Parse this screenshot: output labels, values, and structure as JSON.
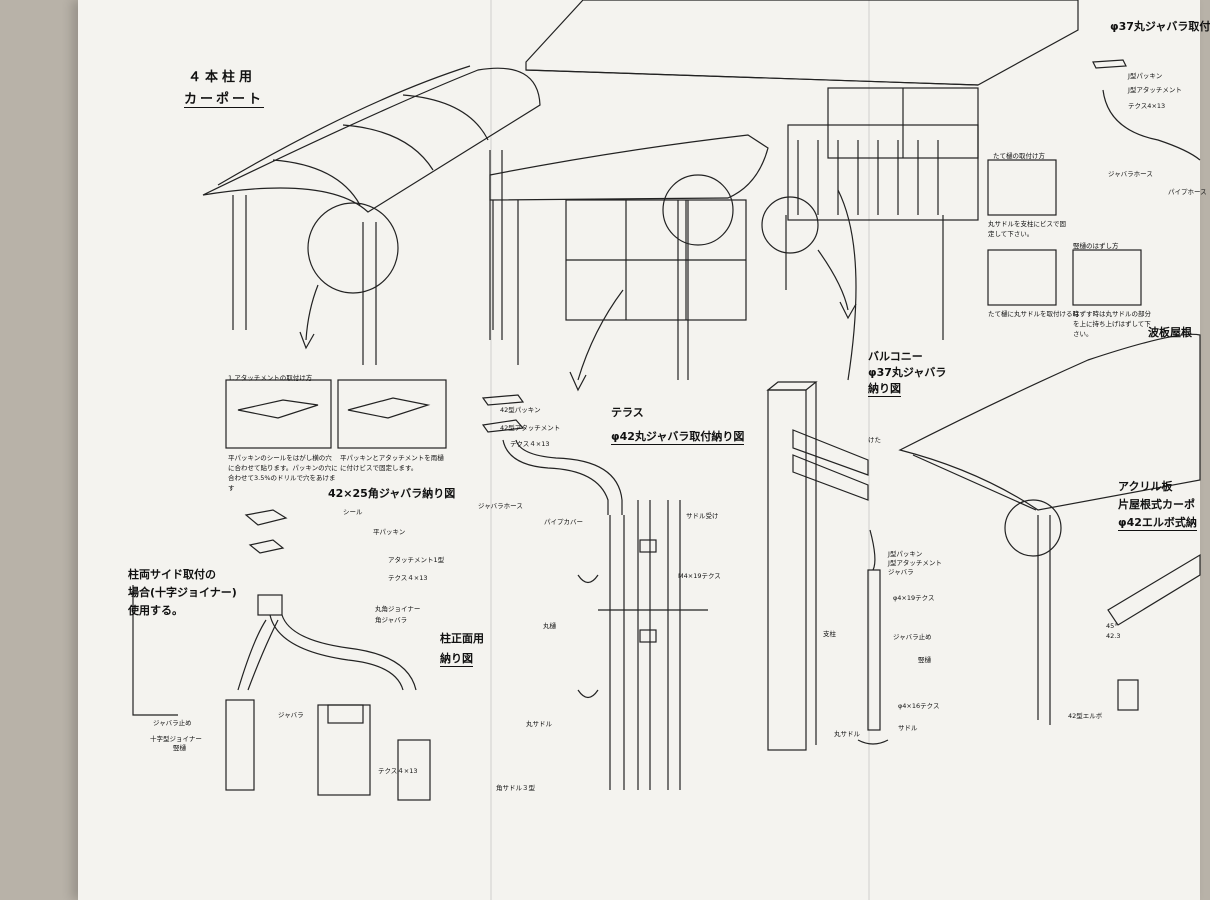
{
  "carport_title": [
    "４本柱用",
    "カーポート"
  ],
  "attach_title": "1.アタッチメントの取付け方",
  "attach_notes": {
    "left": "平パッキンのシールをはがし横の穴に合わせて貼ります。パッキンの穴に合わせて3.5%のドリルで穴をあけます",
    "right": "平パッキンとアタッチメントを雨樋に付けビスで固定します。"
  },
  "square_bellows_title": "42×25角ジャバラ納り図",
  "square_parts": [
    "シール",
    "平パッキン",
    "アタッチメント1型",
    "テクス４×13",
    "丸角ジョイナー",
    "角ジャバラ",
    "ジャバラ",
    "ジャバラ止め",
    "十字型ジョイナー",
    "竪樋",
    "テクス４×13",
    "角サドル３型"
  ],
  "side_note": [
    "柱両サイド取付の",
    "場合(十字ジョイナー)",
    "使用する。"
  ],
  "front_note": [
    "柱正面用",
    "納り図"
  ],
  "terrace_title": [
    "テラス",
    "φ42丸ジャバラ取付納り図"
  ],
  "terrace_parts": [
    "42型パッキン",
    "42型アタッチメント",
    "テクス４×13",
    "ジャバラホース",
    "パイプカバー",
    "サドル受け",
    "M4×19テクス",
    "丸樋",
    "丸サドル"
  ],
  "balcony_title": [
    "バルコニー",
    "φ37丸ジャバラ",
    "納り図"
  ],
  "balcony_parts": [
    "けた",
    "J型パッキン",
    "J型アタッチメント",
    "ジャバラ",
    "φ4×19テクス",
    "ジャバラ止め",
    "竪樋",
    "支柱",
    "φ4×16テクス",
    "サドル",
    "丸サドル"
  ],
  "top_right_title": "φ37丸ジャバラ取付",
  "top_right_parts": [
    "J型パッキン",
    "J型アタッチメント",
    "テクス4×13",
    "ジャバラホース",
    "パイプホース"
  ],
  "steps": [
    "たて樋の取付け方",
    "丸サドルを支柱にビスで固定して下さい。",
    "竪樋のはずし方",
    "たて樋に丸サドルを取付ける時",
    "はずす時は丸サドルの部分を上に持ち上げはずして下さい。"
  ],
  "wave_title": "波板屋根",
  "acrylic_title": [
    "アクリル板",
    "片屋根式カーポ",
    "φ42エルボ式納"
  ],
  "elbow_parts": [
    "42型エルボ",
    "45°",
    "42.3"
  ]
}
